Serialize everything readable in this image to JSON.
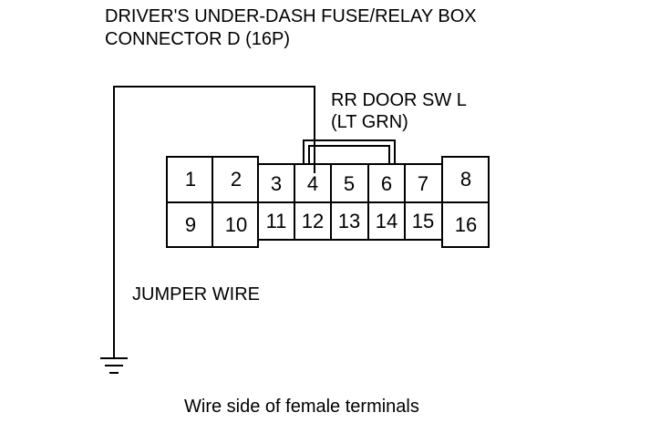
{
  "title": {
    "line1": "DRIVER'S UNDER-DASH FUSE/RELAY BOX",
    "line2": "CONNECTOR D (16P)"
  },
  "wire_label": {
    "line1": "RR DOOR SW L",
    "line2": "(LT GRN)"
  },
  "jumper_label": "JUMPER WIRE",
  "caption": "Wire side of female terminals",
  "connector": {
    "top_row": [
      "1",
      "2",
      "3",
      "4",
      "5",
      "6",
      "7",
      "8"
    ],
    "bottom_row": [
      "9",
      "10",
      "11",
      "12",
      "13",
      "14",
      "15",
      "16"
    ]
  },
  "icons": {
    "ground": "ground-symbol-icon"
  },
  "colors": {
    "line": "#000000",
    "background": "#ffffff"
  }
}
